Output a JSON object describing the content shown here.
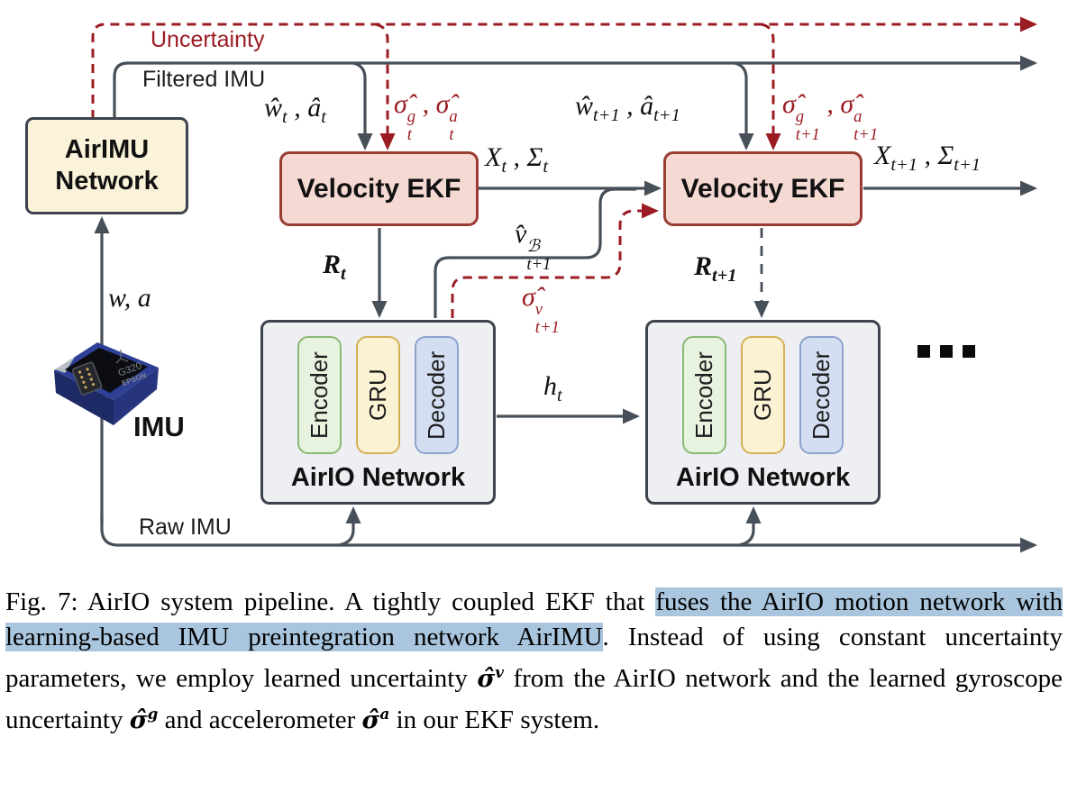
{
  "figure": {
    "flow_labels": {
      "uncertainty": "Uncertainty",
      "filtered_imu": "Filtered IMU",
      "raw_imu": "Raw IMU"
    },
    "nodes": {
      "airimu": {
        "label": "AirIMU Network"
      },
      "velocity_ekf_1": {
        "label": "Velocity EKF"
      },
      "velocity_ekf_2": {
        "label": "Velocity EKF"
      },
      "airio_1": {
        "label": "AirIO Network",
        "layers": [
          "Encoder",
          "GRU",
          "Decoder"
        ]
      },
      "airio_2": {
        "label": "AirIO Network",
        "layers": [
          "Encoder",
          "GRU",
          "Decoder"
        ]
      },
      "imu": {
        "label": "IMU",
        "device_model": "G320",
        "device_brand": "EPSON"
      }
    },
    "math": {
      "w_a": "w, a",
      "what_t": {
        "p1": "ŵ",
        "s1": "t",
        "comma": " , ",
        "p2": "â",
        "s2": "t"
      },
      "what_t1": {
        "p1": "ŵ",
        "s1": "t+1",
        "comma": " , ",
        "p2": "â",
        "s2": "t+1"
      },
      "sigma_t": {
        "p1": "σ̂",
        "sup1": "g",
        "sub1": "t",
        "comma": " , ",
        "p2": "σ̂",
        "sup2": "a",
        "sub2": "t"
      },
      "sigma_t1": {
        "p1": "σ̂",
        "sup1": "g",
        "sub1": "t+1",
        "comma": " , ",
        "p2": "σ̂",
        "sup2": "a",
        "sub2": "t+1"
      },
      "x_t": {
        "p1": "X",
        "s1": "t",
        "comma": " , ",
        "p2": "Σ",
        "s2": "t"
      },
      "x_t1": {
        "p1": "X",
        "s1": "t+1",
        "comma": " , ",
        "p2": "Σ",
        "s2": "t+1"
      },
      "v_hat": {
        "p1": "v̂",
        "sup1": "ℬ",
        "sub1": "t+1"
      },
      "sigma_v": {
        "p1": "σ̂",
        "sup1": "v",
        "sub1": "t+1"
      },
      "r_t": {
        "p1": "R",
        "s1": "t"
      },
      "r_t1": {
        "p1": "R",
        "s1": "t+1"
      },
      "h_t": {
        "p1": "h",
        "s1": "t"
      }
    },
    "colors": {
      "line_gray": "#475059",
      "uncertainty_red": "#9b1c23",
      "ekf_fill": "#f5d9d3",
      "ekf_border": "#9a3c34",
      "airimu_fill": "#faf3da",
      "airio_fill": "#edeff3",
      "encoder_fill": "#e7f3df",
      "gru_fill": "#fbf1d3",
      "decoder_fill": "#d4def2",
      "highlight_blue": "#a9c6de"
    }
  },
  "caption": {
    "segments": [
      {
        "text": "Fig. 7: AirIO system pipeline. A tightly coupled EKF that "
      },
      {
        "text": "fuses the AirIO motion network with learning-based IMU preintegration network AirIMU",
        "highlight": true
      },
      {
        "text": ". Instead of using constant uncertainty parameters, we employ learned uncertainty "
      },
      {
        "base": "σ̂",
        "sup": "v",
        "math": true
      },
      {
        "text": " from the AirIO network and the learned gyroscope uncertainty "
      },
      {
        "base": "σ̂",
        "sup": "g",
        "math": true
      },
      {
        "text": " and accelerometer "
      },
      {
        "base": "σ̂",
        "sup": "a",
        "math": true
      },
      {
        "text": " in our EKF system."
      }
    ]
  }
}
